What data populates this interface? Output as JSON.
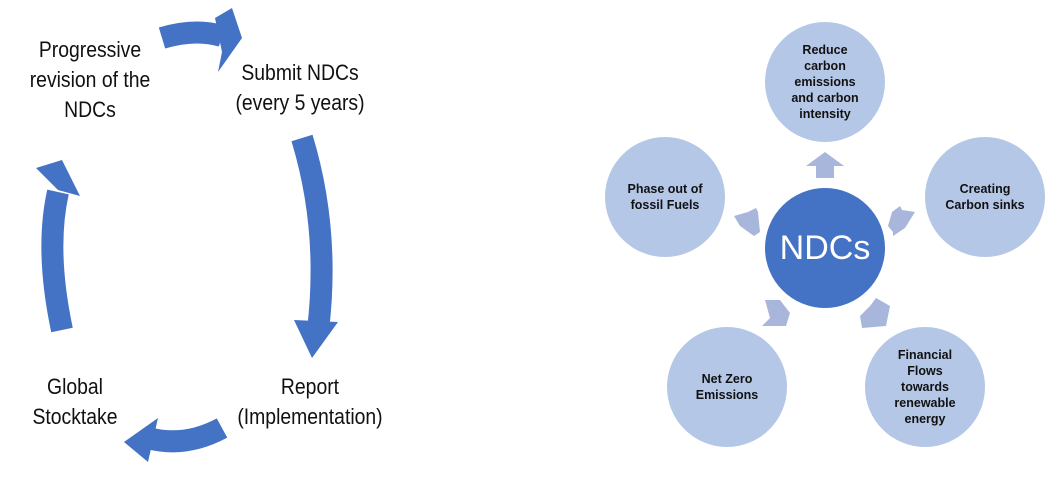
{
  "cycle": {
    "steps": [
      {
        "label": "Progressive revision of the NDCs"
      },
      {
        "label": "Submit NDCs (every 5 years)"
      },
      {
        "label": "Report (Implementation)"
      },
      {
        "label": "Global Stocktake"
      }
    ],
    "arrow_color": "#4472c4"
  },
  "hub": {
    "center": "NDCs",
    "nodes": [
      {
        "label": "Reduce carbon emissions and carbon intensity"
      },
      {
        "label": "Creating Carbon sinks"
      },
      {
        "label": "Financial Flows towards renewable energy"
      },
      {
        "label": "Net Zero Emissions"
      },
      {
        "label": "Phase out of fossil Fuels"
      }
    ],
    "center_color": "#4472c4",
    "node_color": "#b4c7e7",
    "arrow_color": "#a9b6dc"
  }
}
